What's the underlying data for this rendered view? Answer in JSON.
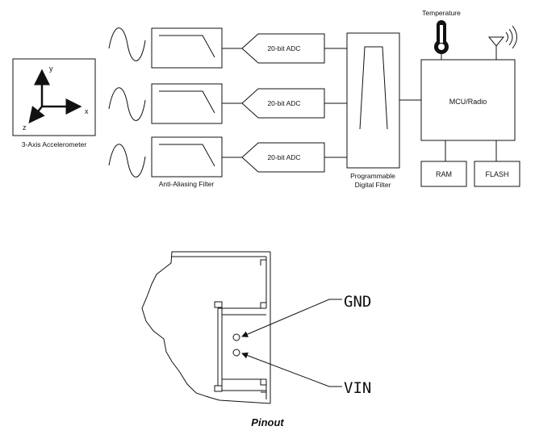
{
  "block_diagram": {
    "accelerometer": {
      "label": "3-Axis Accelerometer",
      "axis_y": "y",
      "axis_x": "x",
      "axis_z": "z"
    },
    "filter_label": "Anti-Aliasing Filter",
    "adc_labels": [
      "20-bit ADC",
      "20-bit ADC",
      "20-bit ADC"
    ],
    "digital_filter_label_line1": "Programmable",
    "digital_filter_label_line2": "Digital Filter",
    "mcu_label": "MCU/Radio",
    "temperature_label": "Temperature",
    "ram_label": "RAM",
    "flash_label": "FLASH"
  },
  "pinout": {
    "gnd_label": "GND",
    "vin_label": "VIN",
    "caption": "Pinout"
  }
}
